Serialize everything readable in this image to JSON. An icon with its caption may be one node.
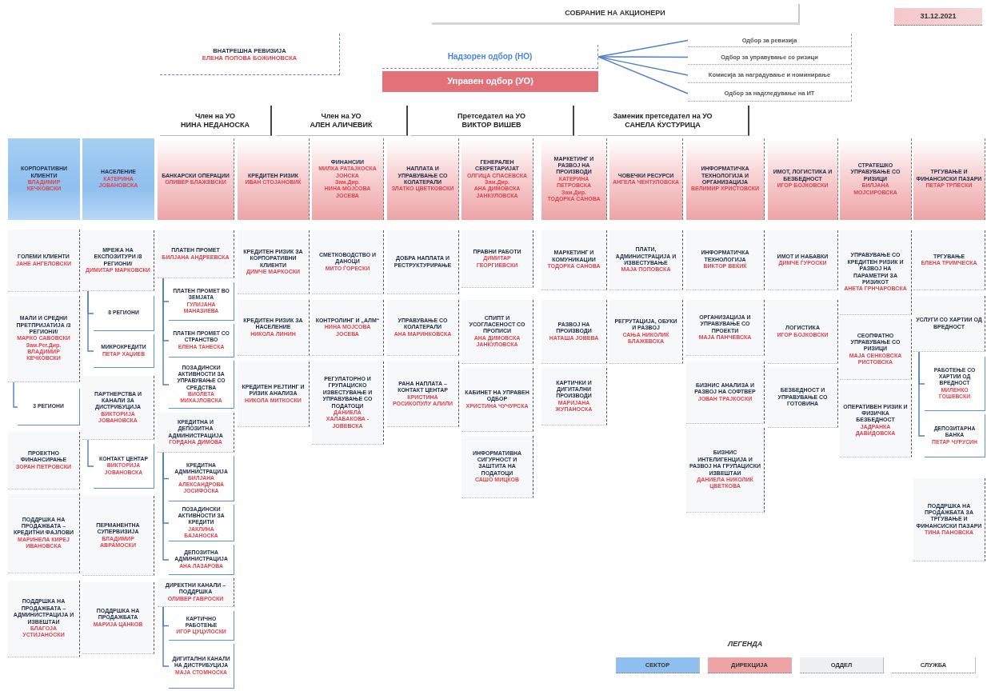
{
  "diagram": {
    "nodes": [
      {
        "text": [
          "СОБРАНИЕ НА АКЦИОНЕРИ"
        ]
      },
      {
        "text": [
          "31.12.2021"
        ]
      },
      {
        "text": [
          "ВНАТРЕШНА РЕВИЗИЈА",
          "ЕЛЕНА ПОПОВА БОЖИНОВСКА"
        ]
      },
      {
        "text": [
          "Надзорен одбор (НО)"
        ]
      },
      {
        "text": [
          "Одбор за ревизија"
        ]
      },
      {
        "text": [
          "Одбор за управување со ризици"
        ]
      },
      {
        "text": [
          "Комисија за наградување и номинирање"
        ]
      },
      {
        "text": [
          "Одбор за надгледување на ИТ"
        ]
      },
      {
        "text": [
          "Управен одбор (УО)"
        ]
      },
      {
        "text": [
          "Член на УО",
          "НИНА НЕДАНОСКА"
        ]
      },
      {
        "text": [
          "Член на УО",
          "АЛЕН АЛИЧЕВИЌ"
        ]
      },
      {
        "text": [
          "Претседател на УО",
          "ВИКТОР ВИШЕВ"
        ]
      },
      {
        "text": [
          "Заменик претседател на УО",
          "САНЕЛА ЌУСТУРИЦА"
        ]
      },
      {
        "text": [
          "КОРПОРАТИВНИ КЛИЕНТИ",
          "ВЛАДИМИР КЕЧКОВСКИ"
        ]
      },
      {
        "text": [
          "НАСЕЛЕНИЕ",
          "КАТЕРИНА ЈОВАНОВСКА"
        ]
      },
      {
        "text": [
          "БАНКАРСКИ ОПЕРАЦИИ",
          "ОЛИВЕР БЛАЖЕВСКИ"
        ]
      },
      {
        "text": [
          "КРЕДИТЕН РИЗИК",
          "ИВАН СТОЈАНОВИЌ"
        ]
      },
      {
        "text": [
          "ФИНАНСИИ",
          "МИЛКА РАТАЈКОСКА ЈОНСКА",
          "Зам.Дир.",
          "НИНА МОЈСОВА ЈОСЕВА"
        ]
      },
      {
        "text": [
          "НАПЛАТА И УПРАВУВАЊЕ СО КОЛАТЕРАЛИ",
          "ЗЛАТКО ЦВЕТКОВСКИ"
        ]
      },
      {
        "text": [
          "ГЕНЕРАЛЕН СЕКРЕТАРИЈАТ",
          "ОЛГИЦА СПАСЕВСКА",
          "Зам.Дир.",
          "АНА ДИМОВСКА ЈАНКУЛОВСКА"
        ]
      },
      {
        "text": [
          "МАРКЕТИНГ И РАЗВОЈ НА ПРОИЗВОДИ",
          "КАТЕРИНА ПЕТРОВСКА",
          "Зам.Дир.",
          "ТОДОРКА САНОВА"
        ]
      },
      {
        "text": [
          "ЧОВЕЧКИ РЕСУРСИ",
          "АНГЕЛА ЧЕНТУЛОВСКА"
        ]
      },
      {
        "text": [
          "ИНФОРМАТИЧКА ТЕХНОЛОГИЈА И ОРГАНИЗАЦИЈА",
          "ВЕЛИМИР ХРИСТОВСКИ"
        ]
      },
      {
        "text": [
          "ИМОТ, ЛОГИСТИКА И БЕЗБЕДНОСТ",
          "ИГОР БОЈКОВСКИ"
        ]
      },
      {
        "text": [
          "СТРАТЕШКО УПРАВУВАЊЕ СО РИЗИЦИ",
          "БИЛЈАНА МОЈСИРОВСКА"
        ]
      },
      {
        "text": [
          "ТРГУВАЊЕ И ФИНАНСИСКИ ПАЗАРИ",
          "ПЕТАР ТРПЕСКИ"
        ]
      },
      {
        "text": [
          "ГОЛЕМИ КЛИЕНТИ",
          "ЈАНЕ АНГЕЛОВСКИ"
        ]
      },
      {
        "text": [
          "МАЛИ И СРЕДНИ ПРЕТПРИЈАТИЈА /3 РЕГИОНИ/",
          "МАРКО САВОВСКИ",
          "Зам.Рег.Дир.",
          "ВЛАДИМИР КЕЧКОВСКИ"
        ]
      },
      {
        "text": [
          "3 РЕГИОНИ"
        ]
      },
      {
        "text": [
          "ПРОЕКТНО ФИНАНСИРАЊЕ",
          "ЗОРАН ПЕТРОВСКИ"
        ]
      },
      {
        "text": [
          "ПОДДРШКА НА ПРОДАЖБАТА – КРЕДИТНИ ФАЈЛОВИ",
          "МАРИНЕЛА КИРЕЈ ИВАНОВСКА"
        ]
      },
      {
        "text": [
          "ПОДДРШКА НА ПРОДАЖБАТА – АДМИНИСТРАЦИЈА И ИЗВЕШТАИ",
          "БЛАГОЈА УСТИЈАНОСКИ"
        ]
      },
      {
        "text": [
          "МРЕЖА НА ЕКСПОЗИТУРИ /8 РЕГИОНИ/",
          "ДИМИТАР МАРКОВСКИ"
        ]
      },
      {
        "text": [
          "8 РЕГИОНИ"
        ]
      },
      {
        "text": [
          "МИКРОКРЕДИТИ",
          "ПЕТАР ХАЏИЕВ"
        ]
      },
      {
        "text": [
          "ПАРТНЕРСТВА И КАНАЛИ ЗА ДИСТРИБУЦИЈА",
          "ВИКТОРИЈА ЈОВАНОВСКА"
        ]
      },
      {
        "text": [
          "КОНТАКТ ЦЕНТАР",
          "ВИКТОРИЈА ЈОВАНОВСКА"
        ]
      },
      {
        "text": [
          "ПЕРМАНЕНТНА СУПЕРВИЗИЈА",
          "ВЛАДИМИР АВРАМОСКИ"
        ]
      },
      {
        "text": [
          "ПОДДРШКА НА ПРОДАЖБАТА",
          "МАРИЈА ЦАНКОВ"
        ]
      },
      {
        "text": [
          "ПЛАТЕН ПРОМЕТ",
          "БИЛЈАНА АНДРЕЕВСКА"
        ]
      },
      {
        "text": [
          "ПЛАТЕН ПРОМЕТ ВО ЗЕМЈАТА",
          "ГУЛИЈАНА МАНАЗИЕВА"
        ]
      },
      {
        "text": [
          "ПЛАТЕН ПРОМЕТ СО СТРАНСТВО",
          "ЕЛЕНА ТАНЕСКА"
        ]
      },
      {
        "text": [
          "ПОЗАДИНСКИ АКТИВНОСТИ ЗА УПРАВУВАЊЕ СО СРЕДСТВА",
          "ВИОЛЕТА МИХАЈЛОВСКА"
        ]
      },
      {
        "text": [
          "КРЕДИТНА И ДЕПОЗИТНА АДМИНИСТРАЦИЈА",
          "ГОРДАНА ДИМОВА"
        ]
      },
      {
        "text": [
          "КРЕДИТНА АДМИНИСТРАЦИЈА",
          "БИЛЈАНА АЛЕКСАНДРОВА ЈОСИФОСКА"
        ]
      },
      {
        "text": [
          "ПОЗАДИНСКИ АКТИВНОСТИ ЗА КРЕДИТИ",
          "ЈАКЛИНА БАЈАНОСКА"
        ]
      },
      {
        "text": [
          "ДЕПОЗИТНА АДМИНИСТРАЦИЈА",
          "АНА ЛАЗАРОВА"
        ]
      },
      {
        "text": [
          "ДИРЕКТНИ КАНАЛИ – ПОДДРШКА",
          "ОЛИВЕР ГАВРОСКИ"
        ]
      },
      {
        "text": [
          "КАРТИЧНО РАБОТЕЊЕ",
          "ИГОР ЦУЦУЛОСКИ"
        ]
      },
      {
        "text": [
          "ДИГИТАЛНИ КАНАЛИ НА ДИСТРИБУЦИЈА",
          "МАЈА СТОМНОСКА"
        ]
      },
      {
        "text": [
          "КРЕДИТЕН РИЗИК ЗА КОРПОРАТИВНИ КЛИЕНТИ",
          "ДИМЧЕ МАРКОСКИ"
        ]
      },
      {
        "text": [
          "КРЕДИТЕН РИЗИК ЗА НАСЕЛЕНИЕ",
          "НИКОЛА ЛИНИН"
        ]
      },
      {
        "text": [
          "КРЕДИТЕН РЕЈТИНГ И РИЗИК АНАЛИЗА",
          "НИКОЛА МИТКОСКИ"
        ]
      },
      {
        "text": [
          "СМЕТКОВОДСТВО И ДАНОЦИ",
          "МИТО ЃОРЕСКИ"
        ]
      },
      {
        "text": [
          "КОНТРОЛИНГ И „АЛМ“",
          "НИНА МОЈСОВА ЈОСЕВА"
        ]
      },
      {
        "text": [
          "РЕГУЛАТОРНО И ГРУПАЦИСКО ИЗВЕСТУВАЊЕ И УПРАВУВАЊЕ СО ПОДАТОЦИ",
          "ДАНИЕЛА ХАЛАБАКОВА - ЈОВЕВСКА"
        ]
      },
      {
        "text": [
          "ДОБРА НАПЛАТА И РЕСТРУКТУРИРАЊЕ"
        ]
      },
      {
        "text": [
          "УПРАВУВАЊЕ СО КОЛАТЕРАЛИ",
          "АНА МАРИНКОВСКА"
        ]
      },
      {
        "text": [
          "РАНА НАПЛАТА – КОНТАКТ ЦЕНТАР",
          "КРИСТИНА РОСИКОПУЛУ АЛИЛИ"
        ]
      },
      {
        "text": [
          "ПРАВНИ РАБОТИ",
          "ДИМИТАР ГЕОРГИЕВСКИ"
        ]
      },
      {
        "text": [
          "СПИПТ И УСОГЛАСЕНОСТ СО ПРОПИСИ",
          "АНА ДИМОВСКА ЈАНКУЛОВСКА"
        ]
      },
      {
        "text": [
          "КАБИНЕТ НА УПРАВЕН ОДБОР",
          "ХРИСТИНА ЧУЧУРСКА"
        ]
      },
      {
        "text": [
          "ИНФОРМАТИВНА СИГУРНОСТ И ЗАШТИТА НА ПОДАТОЦИ",
          "САШО МИЦКОВ"
        ]
      },
      {
        "text": [
          "МАРКЕТИНГ И КОМУНИКАЦИИ",
          "ТОДОРКА САНОВА"
        ]
      },
      {
        "text": [
          "РАЗВОЈ НА ПРОИЗВОДИ",
          "НАТАША ЈОВЕВА"
        ]
      },
      {
        "text": [
          "КАРТИЧКИ И ДИГИТАЛНИ ПРОИЗВОДИ",
          "МАРИЈАНА ЖУПАНОСКА"
        ]
      },
      {
        "text": [
          "ПЛАТИ, АДМИНИСТРАЦИЈА И ИЗВЕСТУВАЊЕ",
          "МАЈА ПОПОВСКА"
        ]
      },
      {
        "text": [
          "РЕГРУТАЦИЈА, ОБУКИ И РАЗВОЈ",
          "САЊА НИКОЛИЌ БЛАЖЕВСКА"
        ]
      },
      {
        "text": [
          "ИНФОРМАТИЧКА ТЕХНОЛОГИЈА",
          "ВИКТОР ВЕЌИЌ"
        ]
      },
      {
        "text": [
          "ОРГАНИЗАЦИЈА И УПРАВУВАЊЕ СО ПРОЕКТИ",
          "МАЈА ПАНЧЕВСКА"
        ]
      },
      {
        "text": [
          "БИЗНИС АНАЛИЗА И РАЗВОЈ НА СОФТВЕР",
          "ЈОВАН ТРАЈКОСКИ"
        ]
      },
      {
        "text": [
          "БИЗНИС ИНТЕЛИГЕНЦИЈА И РАЗВОЈ НА ГРУПАЦИСКИ ИЗВЕШТАИ",
          "ДАНИЕЛА НИКОЛИЌ ЦВЕТКОВА"
        ]
      },
      {
        "text": [
          "ИМОТ И НАБАВКИ",
          "ДИМЧЕ ЃУРОСКИ"
        ]
      },
      {
        "text": [
          "ЛОГИСТИКА",
          "ИГОР БОЈКОВСКИ"
        ]
      },
      {
        "text": [
          "БЕЗБЕДНОСТ И УПРАВУВАЊЕ СО ГОТОВИНА"
        ]
      },
      {
        "text": [
          "УПРАВУВАЊЕ СО КРЕДИТЕН РИЗИК И РАЗВОЈ НА ПАРАМЕТРИ ЗА РИЗИКОТ",
          "АНЕТА ГРНЧАРОВСКА"
        ]
      },
      {
        "text": [
          "СЕОПФАТНО УПРАВУВАЊЕ СО РИЗИЦИ",
          "МАЈА СЕНКОВСКА РИСТОВСКА"
        ]
      },
      {
        "text": [
          "ОПЕРАТИВЕН РИЗИК И ФИЗИЧКА БЕЗБЕДНОСТ",
          "ЈАДРАНКА ДАВИДОВСКА"
        ]
      },
      {
        "text": [
          "ТРГУВАЊЕ",
          "ЕЛЕНА ТРИМЧЕСКА"
        ]
      },
      {
        "text": [
          "УСЛУГИ СО ХАРТИИ ОД ВРЕДНОСТ"
        ]
      },
      {
        "text": [
          "РАБОТЕЊЕ СО ХАРТИИ ОД ВРЕДНОСТ",
          "МИЛЕНКО ЃОШЕВСКИ"
        ]
      },
      {
        "text": [
          "ДЕПОЗИТАРНА БАНКА",
          "ПЕТАР ЧУРУСИН"
        ]
      },
      {
        "text": [
          "ПОДДРШКА НА ПРОДАЖБАТА ЗА ТРГУВАЊЕ И ФИНАНСИСКИ ПАЗАРИ",
          "ТИНА ПАНОВСКА"
        ]
      }
    ],
    "edges": [
      {
        "from": 3,
        "to": 4,
        "arrow": "none"
      },
      {
        "from": 3,
        "to": 5,
        "arrow": "none"
      },
      {
        "from": 3,
        "to": 6,
        "arrow": "none"
      },
      {
        "from": 3,
        "to": 7,
        "arrow": "none"
      },
      {
        "from": 27,
        "to": 28,
        "arrow": "none"
      },
      {
        "from": 32,
        "to": 33,
        "arrow": "none"
      },
      {
        "from": 32,
        "to": 34,
        "arrow": "none"
      },
      {
        "from": 35,
        "to": 36,
        "arrow": "none"
      },
      {
        "from": 39,
        "to": 40,
        "arrow": "none"
      },
      {
        "from": 39,
        "to": 41,
        "arrow": "none"
      },
      {
        "from": 39,
        "to": 42,
        "arrow": "none"
      },
      {
        "from": 43,
        "to": 44,
        "arrow": "none"
      },
      {
        "from": 43,
        "to": 45,
        "arrow": "none"
      },
      {
        "from": 43,
        "to": 46,
        "arrow": "none"
      },
      {
        "from": 47,
        "to": 48,
        "arrow": "none"
      },
      {
        "from": 47,
        "to": 49,
        "arrow": "none"
      },
      {
        "from": 79,
        "to": 80,
        "arrow": "none"
      },
      {
        "from": 79,
        "to": 81,
        "arrow": "none"
      }
    ],
    "labels": [
      "ЛЕГЕНДА"
    ],
    "legend": [
      {
        "text": "СЕКТОР",
        "color": "#8fbfee"
      },
      {
        "text": "ДИРЕКЦИЈА",
        "color": "#eea3a6"
      },
      {
        "text": "ОДДЕЛ",
        "color": "#eef0f3"
      },
      {
        "text": "СЛУЖБА",
        "color": "#ffffff"
      }
    ]
  }
}
